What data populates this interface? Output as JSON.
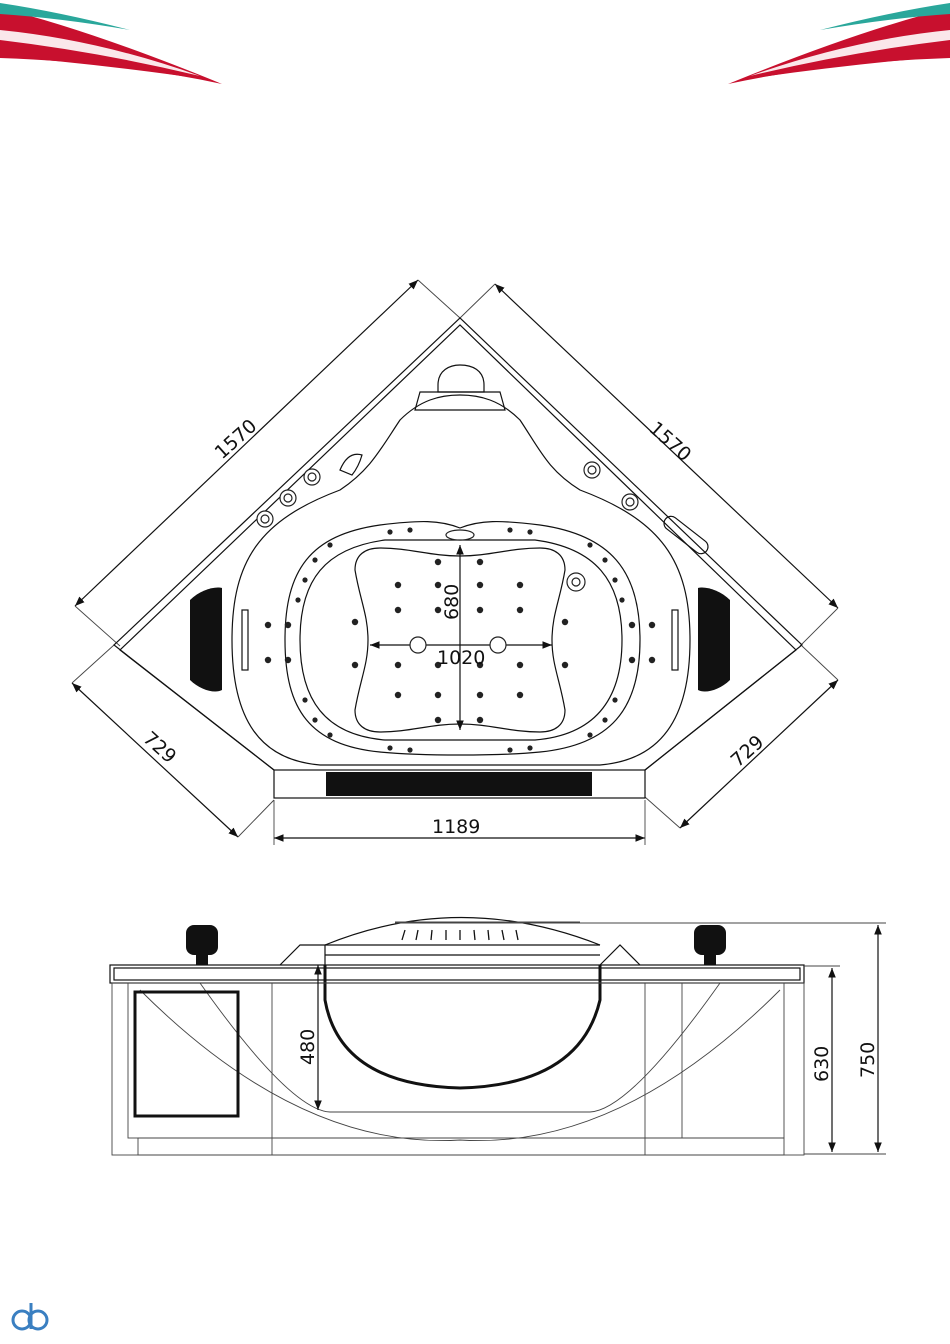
{
  "colors": {
    "accent_red": "#c8102e",
    "accent_teal": "#2aa79b",
    "ink": "#111111",
    "logo_blue": "#3a7fc1"
  },
  "logo": {
    "icon": "db-logo-icon",
    "text": "db"
  },
  "top_view": {
    "dim_left_diagonal": "1570",
    "dim_right_diagonal": "1570",
    "dim_left_short": "729",
    "dim_right_short": "729",
    "dim_front_width": "1189",
    "dim_inner_length": "1020",
    "dim_inner_width": "680"
  },
  "side_view": {
    "dim_inner_depth": "480",
    "dim_body_height": "630",
    "dim_total_height": "750"
  }
}
